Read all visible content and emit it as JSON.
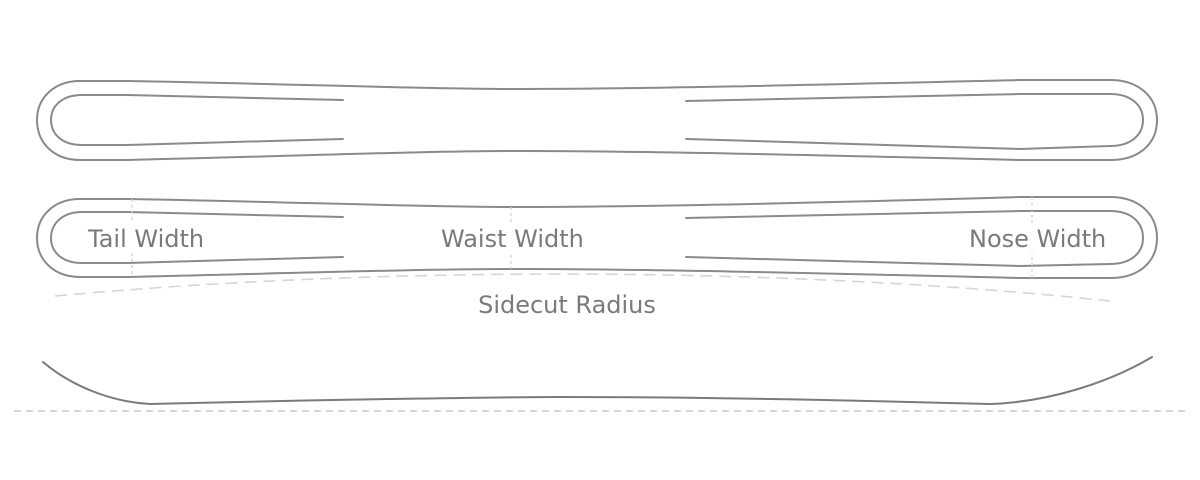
{
  "labels": {
    "tail_width": "Tail Width",
    "waist_width": "Waist Width",
    "nose_width": "Nose Width",
    "sidecut_radius": "Sidecut Radius"
  },
  "colors": {
    "outline": "#8a8a8a",
    "label": "#7a7a7a",
    "dashed": "#d6d6d6",
    "background": "#ffffff"
  }
}
